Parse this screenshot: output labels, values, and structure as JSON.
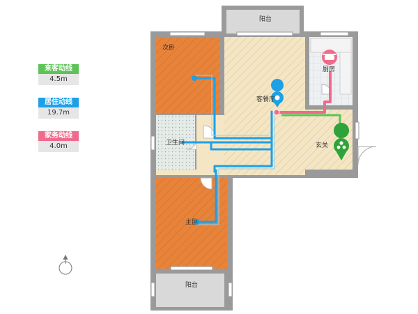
{
  "legend": [
    {
      "label": "来客动线",
      "value": "4.5m",
      "color": "#5cc356"
    },
    {
      "label": "居住动线",
      "value": "19.7m",
      "color": "#1ea0e6"
    },
    {
      "label": "家务动线",
      "value": "4.0m",
      "color": "#ef6b8c"
    }
  ],
  "rooms": {
    "balcony_top": "阳台",
    "second_bedroom": "次卧",
    "living_dining": "客餐厅",
    "kitchen": "厨房",
    "bathroom": "卫生间",
    "entrance": "玄关",
    "master_bedroom": "主卧",
    "balcony_bottom": "阳台"
  },
  "colors": {
    "wall": "#8c8c8c",
    "bedroom_floor": "#e8843a",
    "wood_floor": "#f4e6c4",
    "tile_floor": "#eef1f3",
    "balcony_floor": "#d9d9d9"
  },
  "icons": [
    "compass-icon",
    "location-pin-icon",
    "entry-person-icon",
    "kitchen-pot-icon"
  ]
}
